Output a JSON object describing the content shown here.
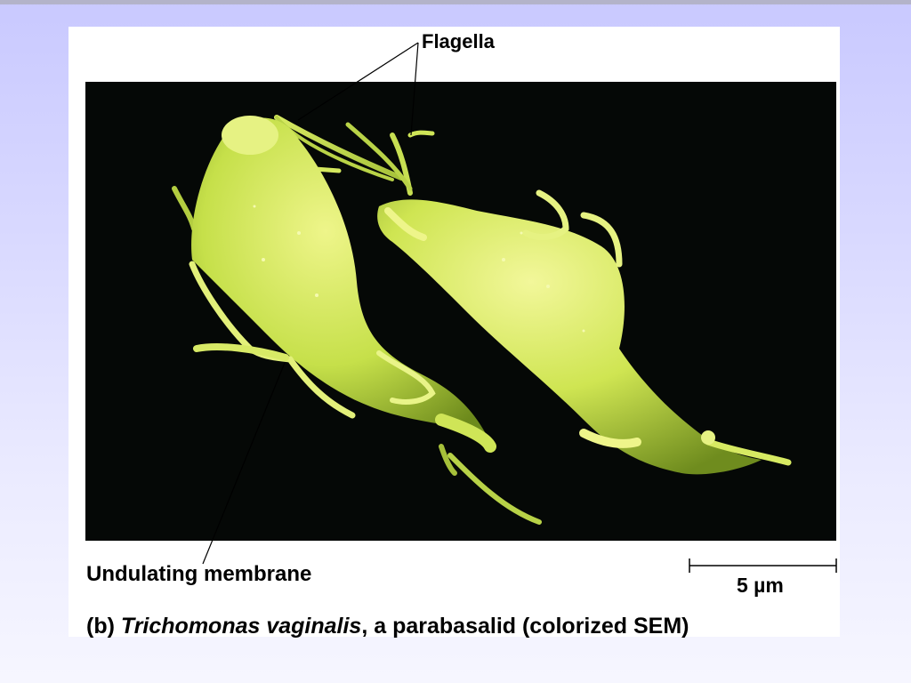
{
  "labels": {
    "flagella": "Flagella",
    "undulating_membrane": "Undulating membrane",
    "scale_bar": "5 µm"
  },
  "caption": {
    "part": "(b)",
    "species": "Trichomonas vaginalis",
    "rest": ", a parabasalid (colorized SEM)"
  },
  "colors": {
    "organism": "#c6e04a",
    "organism_highlight": "#eef58a",
    "background": "#050806"
  }
}
